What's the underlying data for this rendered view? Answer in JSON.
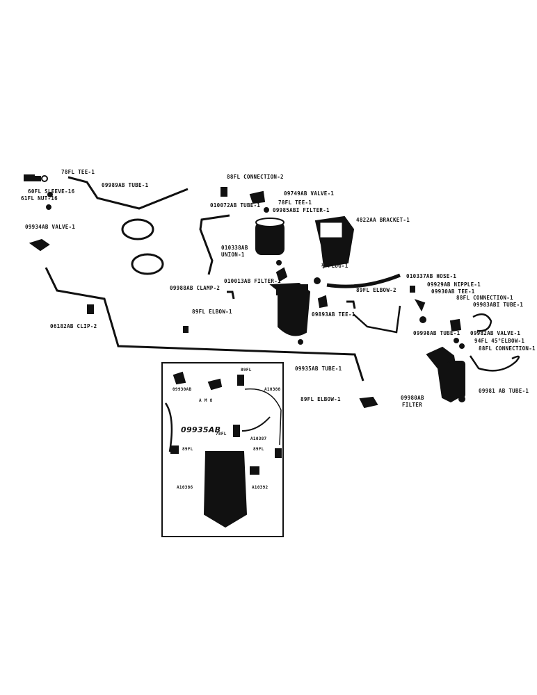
{
  "labels": {
    "tee_78fl": "78FL TEE-1",
    "tube_09989ab": "09989AB TUBE-1",
    "sleeve_60fl": "60FL SLEEVE-16",
    "nut_61fl": "61FL NUT-16",
    "valve_09934ab": "09934AB VALVE-1",
    "connection_88fl_2": "88FL CONNECTION-2",
    "valve_09749ab": "09749AB VALVE-1",
    "tee_78fl_b": "78FL TEE-1",
    "tube_010072ab": "010072AB TUBE-1",
    "filter_09985ab": "09985ABI FILTER-1",
    "bracket_4822aa": "4822AA BRACKET-1",
    "union_010338ab": "010338AB",
    "union_010338ab_2": "UNION-1",
    "plug": "¼ PLUG-1",
    "hose_010337ab": "010337AB HOSE-1",
    "filter_010013ab": "010013AB FILTER-1",
    "clamp_09988ab": "09988AB CLAMP-2",
    "elbow_89fl_2": "89FL ELBOW-2",
    "nipple_09929ab": "09929AB NIPPLE-1",
    "tee_09930ab": "09930AB  TEE-1",
    "connection_88fl_1": "88FL CONNECTION-1",
    "tube_09983ab": "09983ABI TUBE-1",
    "elbow_89fl_1": "89FL ELBOW-1",
    "tee_09893ab": "09893AB TEE-1",
    "clip_06182ab": "06182AB CLIP-2",
    "tube_09998ab": "09998AB TUBE-1",
    "valve_09982ab": "09982AB VALVE-1",
    "elbow_94fl": "94FL 45°ELBOW-1",
    "connection_88fl_c": "88FL CONNECTION-1",
    "tube_09935ab": "09935AB TUBE-1",
    "filter_09980ab": "09980AB",
    "filter_09980ab_2": "FILTER",
    "tube_09981ab": "09981 AB TUBE-1",
    "elbow_89fl_b": "89FL ELBOW-1"
  },
  "inset": {
    "p_09930ab": "09930AB",
    "p_a148": "A M 8",
    "p_89fl_top": "89FL",
    "p_a10388": "A10388",
    "p_09935ab": "09935AB",
    "p_78fl": "78FL",
    "p_a10387": "A10387",
    "p_89fl_left": "89FL",
    "p_89fl_right": "89FL",
    "p_a10386": "A10386",
    "p_a10392": "A10392"
  }
}
